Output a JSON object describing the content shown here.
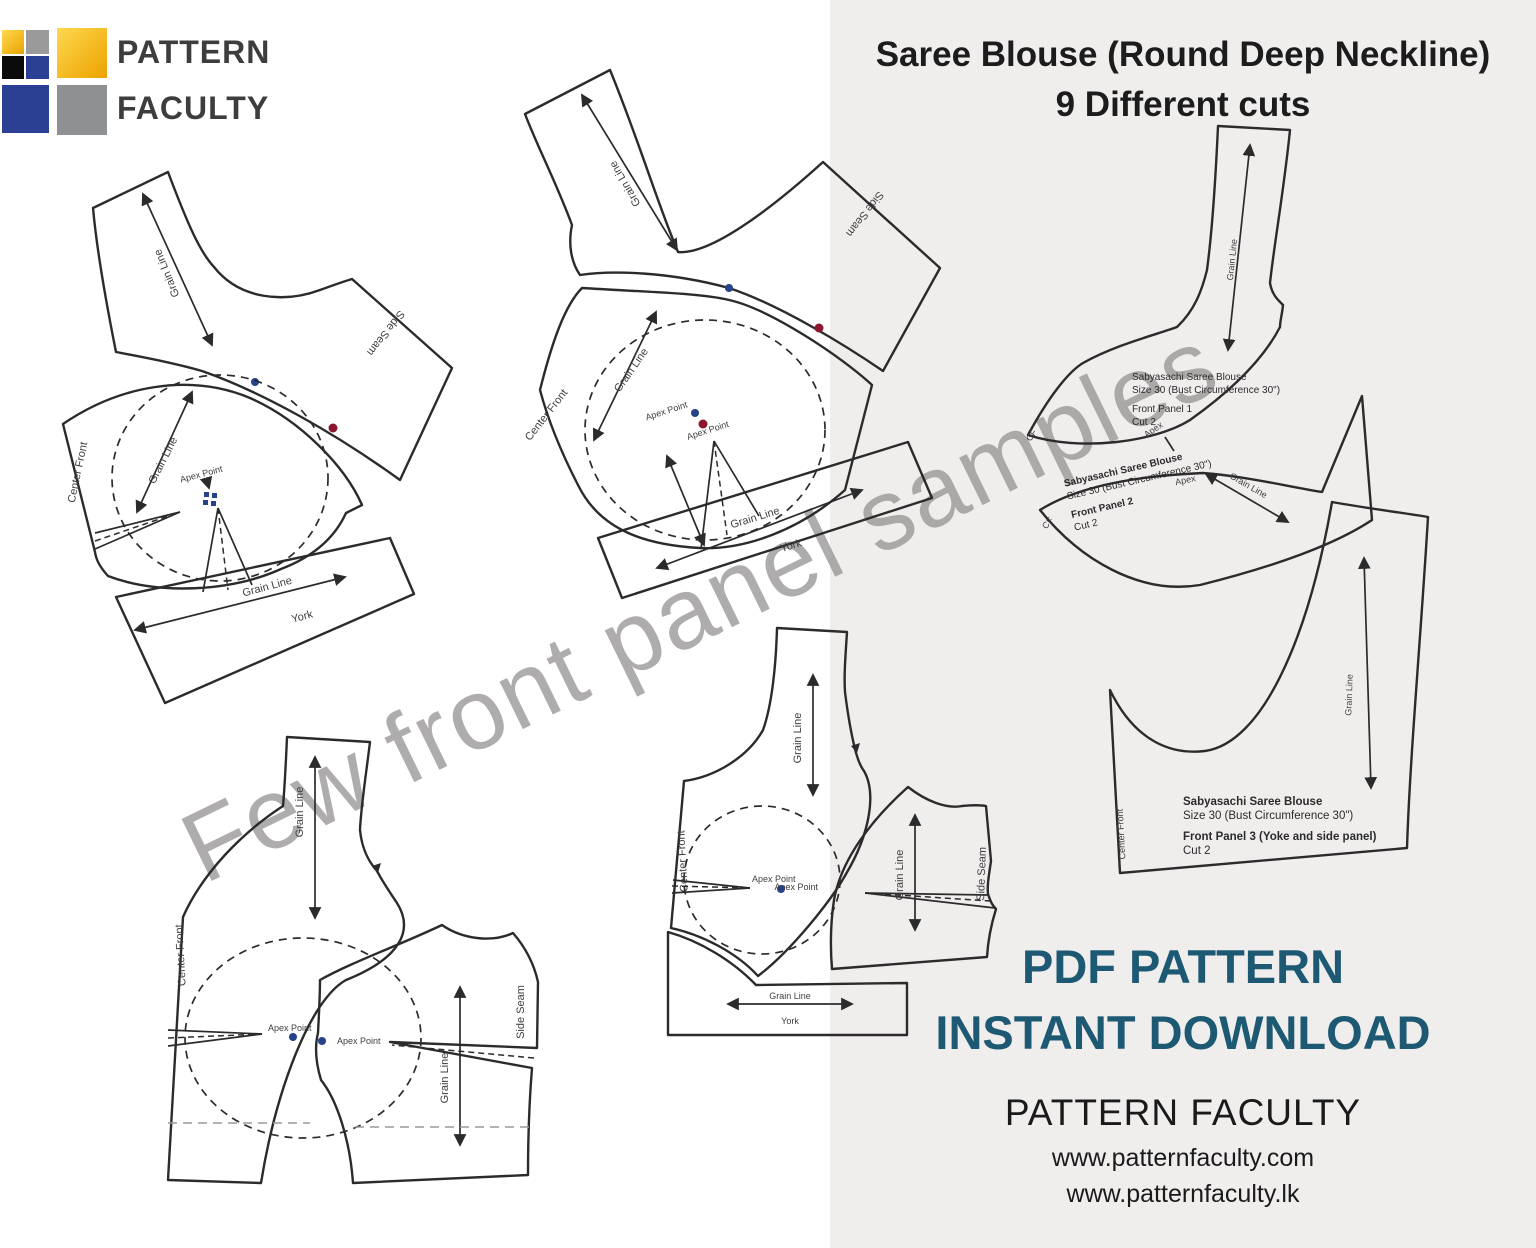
{
  "page": {
    "bg": "#ffffff",
    "panel_bg": "#f0eded",
    "ink": "#2b2b2b",
    "teal": "#1d5972",
    "watermark_color": "#9b9898",
    "blue_dot": "#27418a",
    "red_dot": "#8c1830"
  },
  "logo": {
    "line1": "PATTERN",
    "line2": "FACULTY",
    "gold": "#f2ae06",
    "gold_light": "#ffd84f",
    "gray": "#8f9092",
    "blue": "#2b3f93",
    "black": "#0b0b0b"
  },
  "title": {
    "line1": "Saree Blouse (Round Deep Neckline)",
    "line2": "9 Different cuts"
  },
  "watermark": {
    "text": "Few front panel samples"
  },
  "labels": {
    "grain_line": "Grain Line",
    "side_seam": "Side Seam",
    "center_front": "Center Front",
    "apex_point": "Apex Point",
    "york": "York",
    "apex": "Apex",
    "cf": "CF"
  },
  "panels": {
    "panel1": {
      "name": "Sabyasachi Saree Blouse",
      "size": "Size 30 (Bust Circumference 30\")",
      "panel": "Front Panel 1",
      "cut": "Cut 2"
    },
    "panel2": {
      "name": "Sabyasachi Saree Blouse",
      "size": "Size 30 (Bust Circumference 30\")",
      "panel": "Front Panel 2",
      "cut": "Cut 2"
    },
    "panel3": {
      "name": "Sabyasachi Saree Blouse",
      "size": "Size 30 (Bust Circumference 30\")",
      "panel": "Front Panel 3 (Yoke and side panel)",
      "cut": "Cut 2"
    }
  },
  "promo": {
    "line1": "PDF PATTERN",
    "line2": "INSTANT DOWNLOAD"
  },
  "footer": {
    "brand": "PATTERN FACULTY",
    "url1": "www.patternfaculty.com",
    "url2": "www.patternfaculty.lk"
  }
}
